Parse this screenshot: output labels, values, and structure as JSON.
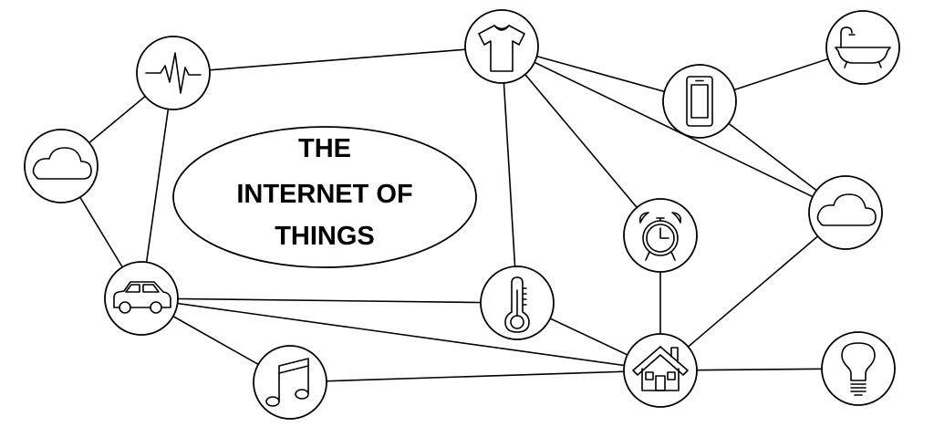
{
  "title": {
    "lines": [
      "THE",
      "INTERNET OF",
      "THINGS"
    ]
  },
  "nodes": [
    {
      "id": "pulse",
      "icon": "heart-rate-pulse-icon"
    },
    {
      "id": "tshirt",
      "icon": "t-shirt-icon"
    },
    {
      "id": "bathtub",
      "icon": "bathtub-icon"
    },
    {
      "id": "phone",
      "icon": "smartphone-icon"
    },
    {
      "id": "cloud-left",
      "icon": "cloud-icon"
    },
    {
      "id": "cloud-right",
      "icon": "cloud-icon"
    },
    {
      "id": "alarm",
      "icon": "alarm-clock-icon"
    },
    {
      "id": "car",
      "icon": "car-icon"
    },
    {
      "id": "thermometer",
      "icon": "thermometer-icon"
    },
    {
      "id": "house",
      "icon": "house-icon"
    },
    {
      "id": "bulb",
      "icon": "light-bulb-icon"
    },
    {
      "id": "music",
      "icon": "music-note-icon"
    }
  ],
  "edges": [
    [
      "cloud-left",
      "pulse"
    ],
    [
      "cloud-left",
      "car"
    ],
    [
      "pulse",
      "car"
    ],
    [
      "pulse",
      "tshirt"
    ],
    [
      "tshirt",
      "phone"
    ],
    [
      "tshirt",
      "alarm"
    ],
    [
      "tshirt",
      "cloud-right"
    ],
    [
      "tshirt",
      "thermometer"
    ],
    [
      "phone",
      "bathtub"
    ],
    [
      "phone",
      "cloud-right"
    ],
    [
      "alarm",
      "house"
    ],
    [
      "cloud-right",
      "house"
    ],
    [
      "car",
      "thermometer"
    ],
    [
      "car",
      "house"
    ],
    [
      "car",
      "music"
    ],
    [
      "thermometer",
      "house"
    ],
    [
      "music",
      "house"
    ],
    [
      "house",
      "bulb"
    ]
  ]
}
